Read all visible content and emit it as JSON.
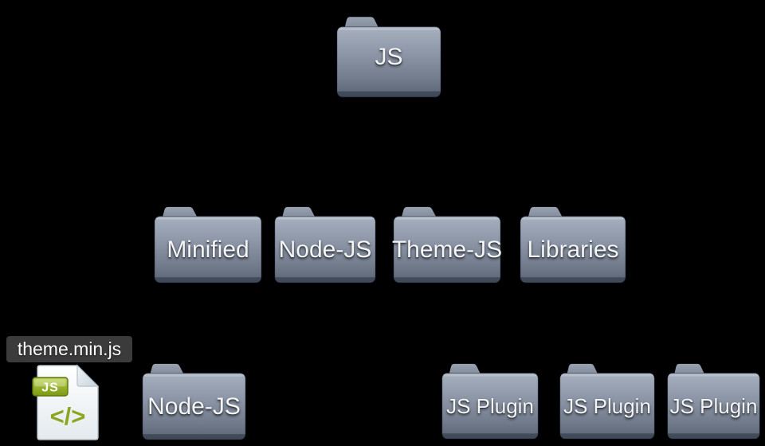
{
  "canvas": {
    "background": "#000000"
  },
  "tree": {
    "root": {
      "label": "JS",
      "type": "folder"
    },
    "children": [
      {
        "label": "Minified",
        "type": "folder"
      },
      {
        "label": "Node-JS",
        "type": "folder"
      },
      {
        "label": "Theme-JS",
        "type": "folder"
      },
      {
        "label": "Libraries",
        "type": "folder"
      }
    ],
    "grandchildren": {
      "file": {
        "label": "theme.min.js",
        "badge": "JS",
        "glyph": "</>",
        "type": "js-file"
      },
      "folder": {
        "label": "Node-JS",
        "type": "folder"
      },
      "plugins": [
        {
          "label": "JS Plugin",
          "type": "folder"
        },
        {
          "label": "JS Plugin",
          "type": "folder"
        },
        {
          "label": "JS Plugin",
          "type": "folder"
        }
      ]
    }
  },
  "colors": {
    "background": "#000000",
    "folder_body_top": "#a6b0bf",
    "folder_body_bottom": "#5a6475",
    "folder_tab": "#828b99",
    "label_text": "#f4f5f7",
    "file_tag_bg": "#3b3b3b",
    "file_tag_text": "#ffffff",
    "badge_green_top": "#bdd45a",
    "badge_green_bottom": "#7d9914",
    "code_glyph_green": "#8ba61e",
    "page_white": "#f4f8fa"
  }
}
